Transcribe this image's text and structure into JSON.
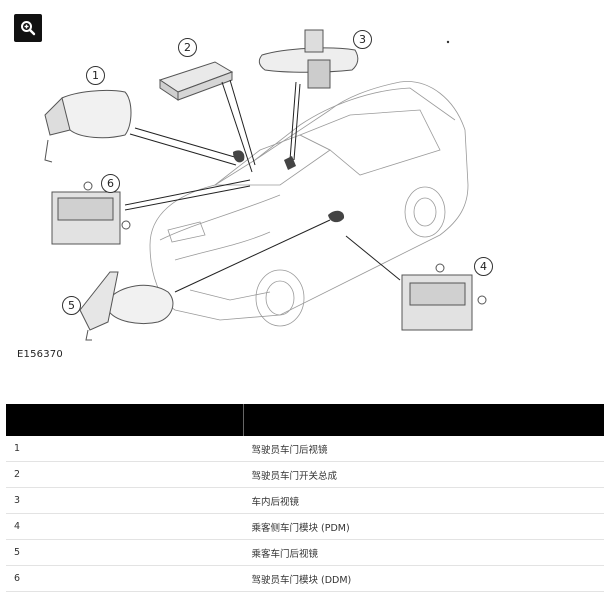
{
  "figure": {
    "zoom_icon": "zoom-in-icon",
    "id_label": "E156370",
    "callouts": [
      "1",
      "2",
      "3",
      "4",
      "5",
      "6"
    ]
  },
  "table": {
    "headers": [
      "",
      ""
    ],
    "rows": [
      {
        "item": "1",
        "description": "驾驶员车门后视镜"
      },
      {
        "item": "2",
        "description": "驾驶员车门开关总成"
      },
      {
        "item": "3",
        "description": "车内后视镜"
      },
      {
        "item": "4",
        "description": "乘客侧车门模块 (PDM)"
      },
      {
        "item": "5",
        "description": "乘客车门后视镜"
      },
      {
        "item": "6",
        "description": "驾驶员车门模块 (DDM)"
      }
    ]
  }
}
